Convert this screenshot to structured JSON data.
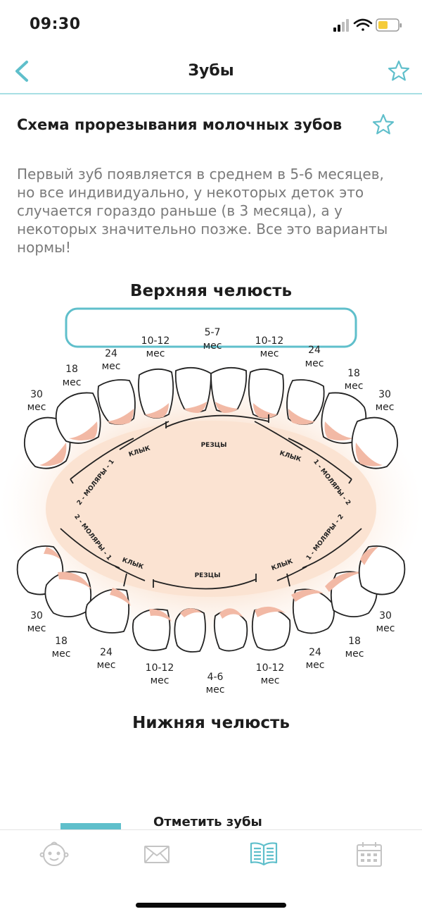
{
  "status": {
    "time": "09:30"
  },
  "nav": {
    "title": "Зубы",
    "back_icon": "chevron-left-icon",
    "favorite_icon": "star-outline-icon"
  },
  "article": {
    "title": "Схема прорезывания молочных зубов",
    "favorite_icon": "star-outline-icon",
    "intro": "Первый зуб появляется в среднем в 5-6 месяцев, но все индивидуально, у некоторых деток это случается гораздо раньше (в 3 месяца), а у некоторых значительно позже. Все это варианты нормы!"
  },
  "diagram": {
    "upper_title": "Верхняя челюсть",
    "lower_title": "Нижняя челюсть",
    "unit": "мес",
    "upper_ages": {
      "molar2_left": "30",
      "molar1_left": "18",
      "canine_left": "24",
      "lateral_left": "10-12",
      "central": "5-7",
      "lateral_right": "10-12",
      "canine_right": "24",
      "molar1_right": "18",
      "molar2_right": "30"
    },
    "lower_ages": {
      "molar2_left": "30",
      "molar1_left": "18",
      "canine_left": "24",
      "lateral_left": "10-12",
      "central": "4-6",
      "lateral_right": "10-12",
      "canine_right": "24",
      "molar1_right": "18",
      "molar2_right": "30"
    },
    "groups": {
      "upper_incisors": "РЕЗЦЫ",
      "upper_canine_left": "КЛЫК",
      "upper_canine_right": "КЛЫК",
      "upper_molars_left": "2 - МОЛЯРЫ - 1",
      "upper_molars_right": "1 - МОЛЯРЫ - 2",
      "lower_incisors": "РЕЗЦЫ",
      "lower_canine_left": "КЛЫК",
      "lower_canine_right": "КЛЫК",
      "lower_molars_left": "2 - МОЛЯРЫ - 1",
      "lower_molars_right": "1 - МОЛЯРЫ - 2"
    },
    "colors": {
      "gum": "#f2b9a5",
      "glow": "#f6c9a6",
      "highlight": "#5fbfcb"
    }
  },
  "actions": {
    "mark_teeth_label": "Отметить зубы"
  },
  "tabs": [
    {
      "id": "baby",
      "icon": "baby-face-icon"
    },
    {
      "id": "messages",
      "icon": "envelope-icon"
    },
    {
      "id": "articles",
      "icon": "open-book-icon",
      "active": true
    },
    {
      "id": "calendar",
      "icon": "calendar-icon"
    }
  ]
}
